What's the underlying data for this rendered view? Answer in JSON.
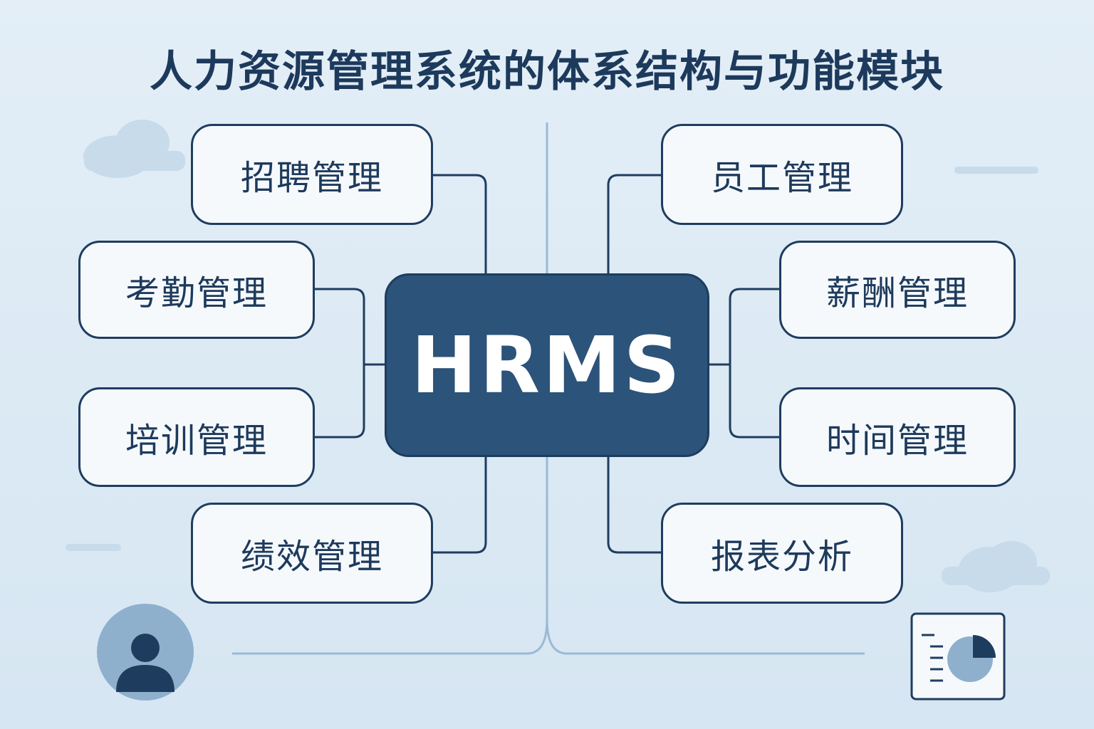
{
  "title": "人力资源管理系统的体系结构与功能模块",
  "hub": {
    "label": "HRMS"
  },
  "modules": {
    "left": [
      "招聘管理",
      "考勤管理",
      "培训管理",
      "绩效管理"
    ],
    "right": [
      "员工管理",
      "薪酬管理",
      "时间管理",
      "报表分析"
    ]
  },
  "colors": {
    "background": "#deebf5",
    "hub": "#2c5379",
    "border": "#1f3d60",
    "text": "#1d3a5c",
    "connector": "#1f3d60",
    "accent": "#9bbad6"
  },
  "icons": {
    "user": "user-avatar-icon",
    "report": "report-chart-icon",
    "cloud": "cloud-icon"
  }
}
